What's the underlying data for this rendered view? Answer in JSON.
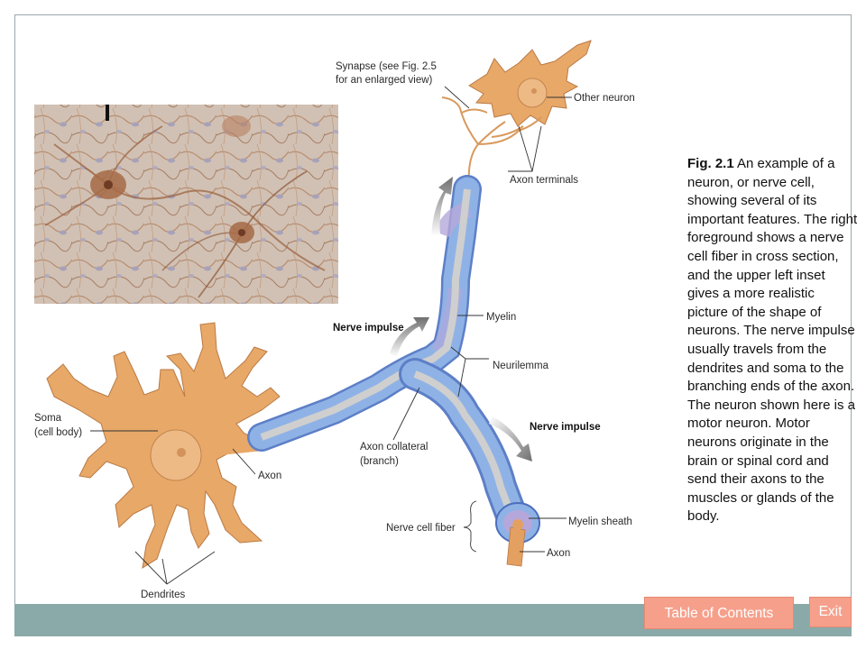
{
  "figure": {
    "caption_label": "Fig. 2.1",
    "caption_text": "An example of a neuron, or nerve cell, showing several of its important features. The right foreground shows a nerve cell fiber in cross section, and the upper left inset gives a more realistic picture of the shape of neurons. The nerve impulse usually travels from the dendrites and soma to the branching ends of the axon. The neuron shown here is a motor neuron.  Motor neurons originate in the brain or spinal cord and send their axons to the muscles or glands of the body."
  },
  "labels": {
    "synapse_line1": "Synapse (see Fig. 2.5",
    "synapse_line2": "for an enlarged view)",
    "other_neuron": "Other neuron",
    "axon_terminals": "Axon terminals",
    "myelin": "Myelin",
    "nerve_impulse_upper": "Nerve impulse",
    "nerve_impulse_lower": "Nerve impulse",
    "neurilemma": "Neurilemma",
    "soma_line1": "Soma",
    "soma_line2": "(cell body)",
    "axon_left": "Axon",
    "axon_collateral_line1": "Axon collateral",
    "axon_collateral_line2": "(branch)",
    "nerve_cell_fiber": "Nerve cell fiber",
    "myelin_sheath": "Myelin sheath",
    "axon_bottom": "Axon",
    "dendrites": "Dendrites"
  },
  "nav": {
    "toc_label": "Table of Contents",
    "exit_label": "Exit"
  },
  "colors": {
    "soma": "#e8a868",
    "myelin": "#8fb2e6",
    "axon_core": "#c9c9c9",
    "bar": "#8aaaa9",
    "button": "#f6a08b"
  }
}
